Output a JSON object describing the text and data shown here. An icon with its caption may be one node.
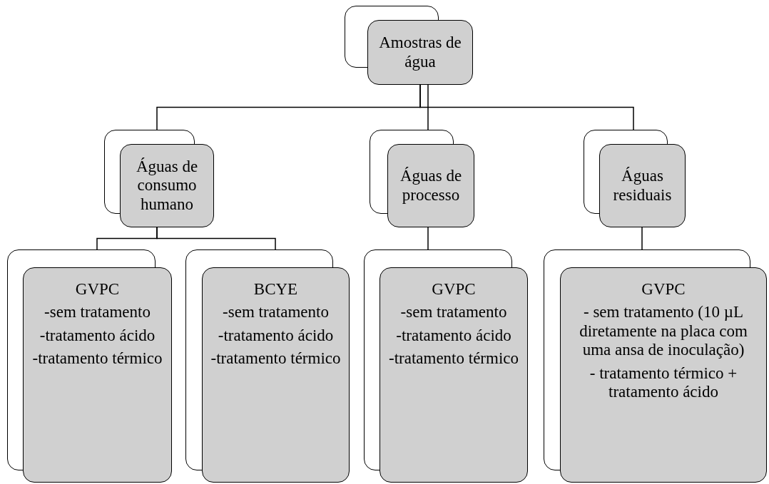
{
  "diagram": {
    "nodes": [
      {
        "text": [
          "Amostras de água"
        ]
      },
      {
        "text": [
          "Águas de consumo humano"
        ]
      },
      {
        "text": [
          "Águas de processo"
        ]
      },
      {
        "text": [
          "Águas residuais"
        ]
      },
      {
        "text": [
          "GVPC",
          "-sem tratamento",
          "-tratamento ácido",
          "-tratamento térmico"
        ]
      },
      {
        "text": [
          "BCYE",
          "-sem tratamento",
          "-tratamento ácido",
          "-tratamento térmico"
        ]
      },
      {
        "text": [
          "GVPC",
          "-sem tratamento",
          "-tratamento ácido",
          "-tratamento térmico"
        ]
      },
      {
        "text": [
          "GVPC",
          "- sem tratamento (10 µL diretamente na placa com uma ansa de inoculação)",
          "- tratamento térmico + tratamento ácido"
        ]
      }
    ],
    "edges": [
      {
        "from": 0,
        "to": 1,
        "arrow": "none"
      },
      {
        "from": 0,
        "to": 2,
        "arrow": "none"
      },
      {
        "from": 0,
        "to": 3,
        "arrow": "none"
      },
      {
        "from": 1,
        "to": 4,
        "arrow": "none"
      },
      {
        "from": 1,
        "to": 5,
        "arrow": "none"
      },
      {
        "from": 2,
        "to": 6,
        "arrow": "none"
      },
      {
        "from": 3,
        "to": 7,
        "arrow": "none"
      }
    ]
  }
}
